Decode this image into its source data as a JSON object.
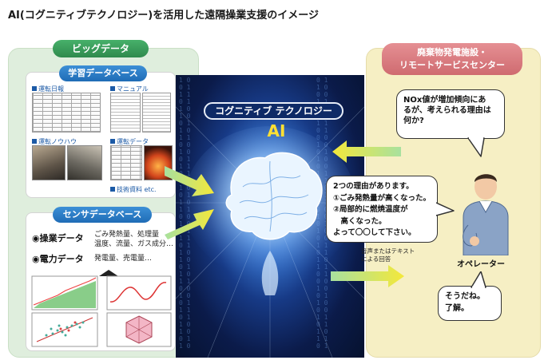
{
  "title": "AI(コグニティブテクノロジー)を活用した遠隔操業支援のイメージ",
  "big_data": {
    "label": "ビッグデータ",
    "learning_db": {
      "label": "学習データベース",
      "docs": [
        {
          "label": "運転日報"
        },
        {
          "label": "マニュアル"
        },
        {
          "label": "運転ノウハウ"
        },
        {
          "label": "運転データ"
        },
        {
          "label": "技術資料 etc."
        }
      ]
    },
    "sensor_db": {
      "label": "センサデータベース",
      "rows": [
        {
          "head": "◉操業データ",
          "desc1": "ごみ発熱量、処理量",
          "desc2": "温度、流量、ガス成分…"
        },
        {
          "head": "◉電力データ",
          "desc1": "発電量、売電量…",
          "desc2": ""
        }
      ]
    }
  },
  "center": {
    "cog_title": "コグニティブ テクノロジー",
    "ai": "AI"
  },
  "remote_center": {
    "label_line1": "廃棄物発電施設・",
    "label_line2": "リモートサービスセンター"
  },
  "question_bubble": {
    "lines": [
      "NOx値が増加傾向にあ",
      "るが、考えられる理由は",
      "何か?"
    ]
  },
  "answer_bubble": {
    "lines": [
      "2つの理由があります。",
      "①ごみ発熱量が高くなった。",
      "②局部的に燃焼温度が",
      "　高くなった。",
      "よって〇〇して下さい。"
    ]
  },
  "voice_note": {
    "line1": "音声またはテキスト",
    "line2": "による回答"
  },
  "operator_label": "オペレーター",
  "reply_bubble": {
    "lines": [
      "そうだね。",
      "了解。"
    ]
  },
  "colors": {
    "green_pill": "#2f8a4d",
    "blue_pill": "#1f6cb6",
    "pink_pill": "#cf6b70",
    "ai_yellow": "#ffe033",
    "arrow_yellow": "#f4e83a",
    "arrow_green": "#7ccf7a"
  }
}
